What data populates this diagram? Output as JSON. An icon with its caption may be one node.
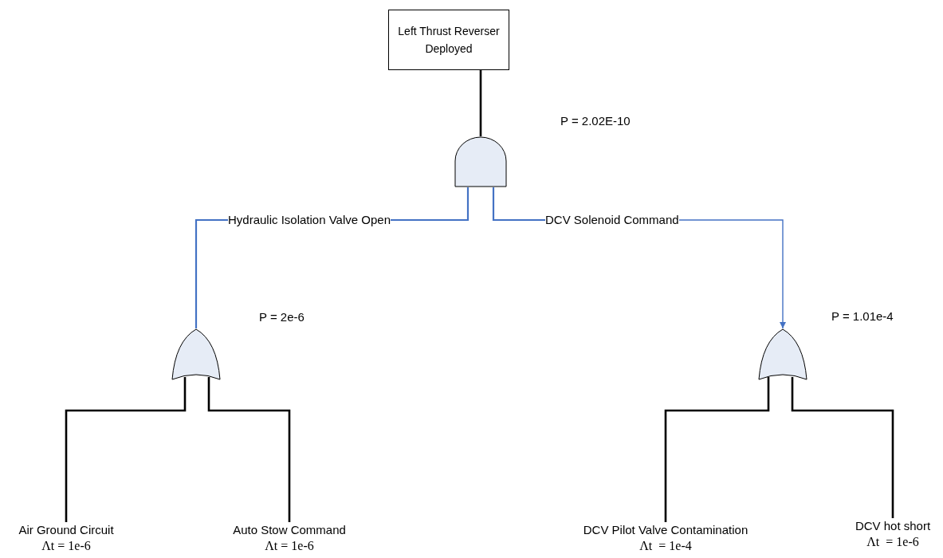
{
  "diagram": {
    "nodes": [
      {
        "text": [
          "Left Thrust Reverser Deployed"
        ]
      },
      {
        "text": [],
        "shape": "and-gate"
      },
      {
        "text": [
          "Hydraulic Isolation Valve Open"
        ]
      },
      {
        "text": [
          "DCV Solenoid Command"
        ]
      },
      {
        "text": [],
        "shape": "or-gate"
      },
      {
        "text": [],
        "shape": "or-gate"
      },
      {
        "text": [
          "Air Ground Circuit",
          "Λt = 1e-6"
        ]
      },
      {
        "text": [
          "Auto Stow Command",
          "Λt = 1e-6"
        ]
      },
      {
        "text": [
          "DCV Pilot Valve Contamination",
          "Λt  = 1e-4"
        ]
      },
      {
        "text": [
          "DCV hot short",
          "Λt  = 1e-6"
        ]
      }
    ],
    "edges": [
      {
        "from": 0,
        "to": 1,
        "arrow": "none"
      },
      {
        "from": 1,
        "to": 2,
        "arrow": "none",
        "color": "#4472c4"
      },
      {
        "from": 1,
        "to": 3,
        "arrow": "none",
        "color": "#4472c4"
      },
      {
        "from": 2,
        "to": 4,
        "arrow": "none",
        "color": "#4472c4"
      },
      {
        "from": 3,
        "to": 5,
        "arrow": "to",
        "color": "#4472c4"
      },
      {
        "from": 4,
        "to": 6,
        "arrow": "none"
      },
      {
        "from": 4,
        "to": 7,
        "arrow": "none"
      },
      {
        "from": 5,
        "to": 8,
        "arrow": "none"
      },
      {
        "from": 5,
        "to": 9,
        "arrow": "none"
      }
    ],
    "labels": [
      "P = 2.02E-10",
      "P = 2e-6",
      "P = 1.01e-4"
    ]
  }
}
